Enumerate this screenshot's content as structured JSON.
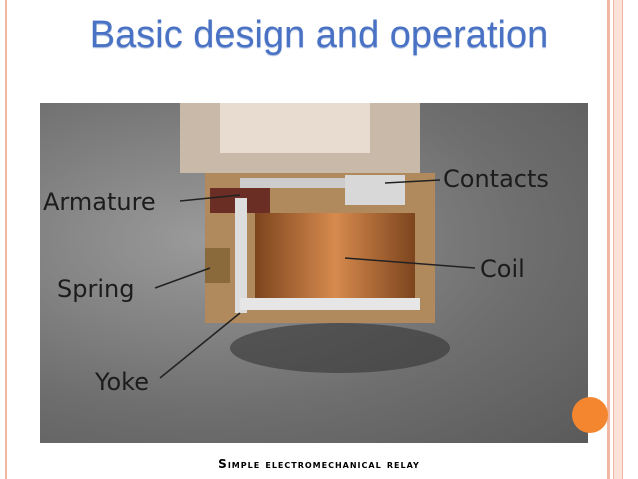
{
  "slide": {
    "title": "Basic design and operation",
    "caption": "Simple electromechanical relay",
    "labels": {
      "armature": "Armature",
      "contacts": "Contacts",
      "spring": "Spring",
      "coil": "Coil",
      "yoke": "Yoke"
    },
    "colors": {
      "title": "#4a72c4",
      "accent": "#f3862f",
      "border": "#f2b7a3"
    }
  }
}
